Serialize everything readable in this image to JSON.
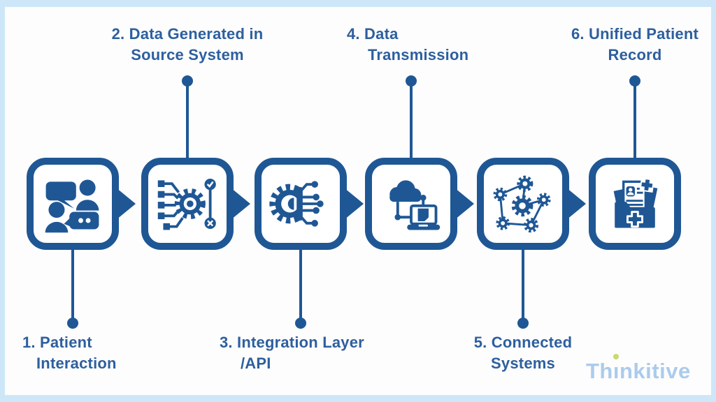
{
  "diagram": {
    "type": "process-flow-infographic",
    "topic": "healthcare data integration flow",
    "colors": {
      "accent_dark_blue": "#1f5795",
      "label_text_blue": "#2d5f9e",
      "frame_light_blue": "#cde7f9",
      "content_background": "#fdfdfd",
      "logo_blue": "#abcbec",
      "logo_green_dot": "#c9da70"
    },
    "steps": [
      {
        "number": 1,
        "line1": "1. Patient",
        "line2": "Interaction",
        "icon": "patient-interaction-icon",
        "label_position": "below"
      },
      {
        "number": 2,
        "line1": "2. Data Generated in",
        "line2": "Source System",
        "icon": "data-generated-icon",
        "label_position": "above"
      },
      {
        "number": 3,
        "line1": "3. Integration Layer",
        "line2": "/API",
        "icon": "integration-layer-icon",
        "label_position": "below"
      },
      {
        "number": 4,
        "line1": "4. Data",
        "line2": "Transmission",
        "icon": "data-transmission-icon",
        "label_position": "above"
      },
      {
        "number": 5,
        "line1": "5. Connected",
        "line2": "Systems",
        "icon": "connected-systems-icon",
        "label_position": "below"
      },
      {
        "number": 6,
        "line1": "6. Unified Patient",
        "line2": "Record",
        "icon": "unified-record-icon",
        "label_position": "above"
      }
    ],
    "logo": {
      "full_text": "Thinkitive",
      "part1": "Th",
      "part_i": "ı",
      "part2": "nkitive"
    }
  }
}
